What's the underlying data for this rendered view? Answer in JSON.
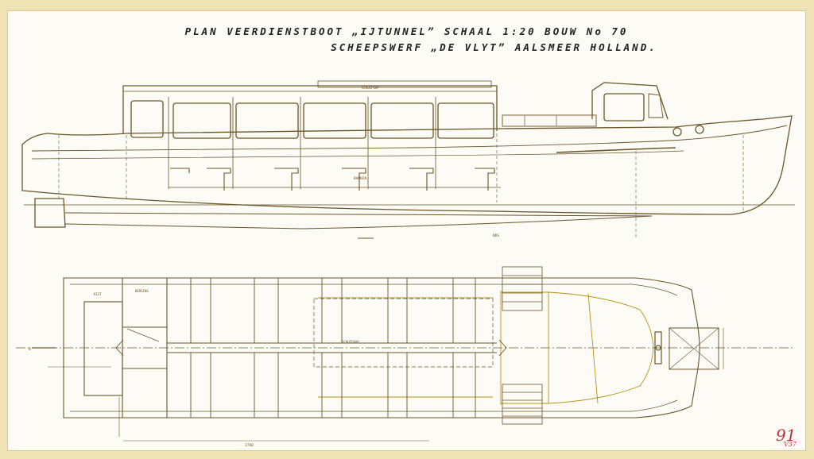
{
  "title": {
    "line1": "PLAN  VEERDIENSTBOOT „IJTUNNEL” SCHAAL 1:20  BOUW No 70",
    "line2": "SCHEEPSWERF „DE VLYT”  AALSMEER HOLLAND."
  },
  "sheet": {
    "number": "91",
    "sub": "V37"
  },
  "colors": {
    "paper": "#fcfbf6",
    "mount": "#efe2b4",
    "ink": "#6b5626",
    "gold": "#b8920f",
    "dark": "#222222",
    "red": "#b33333"
  }
}
